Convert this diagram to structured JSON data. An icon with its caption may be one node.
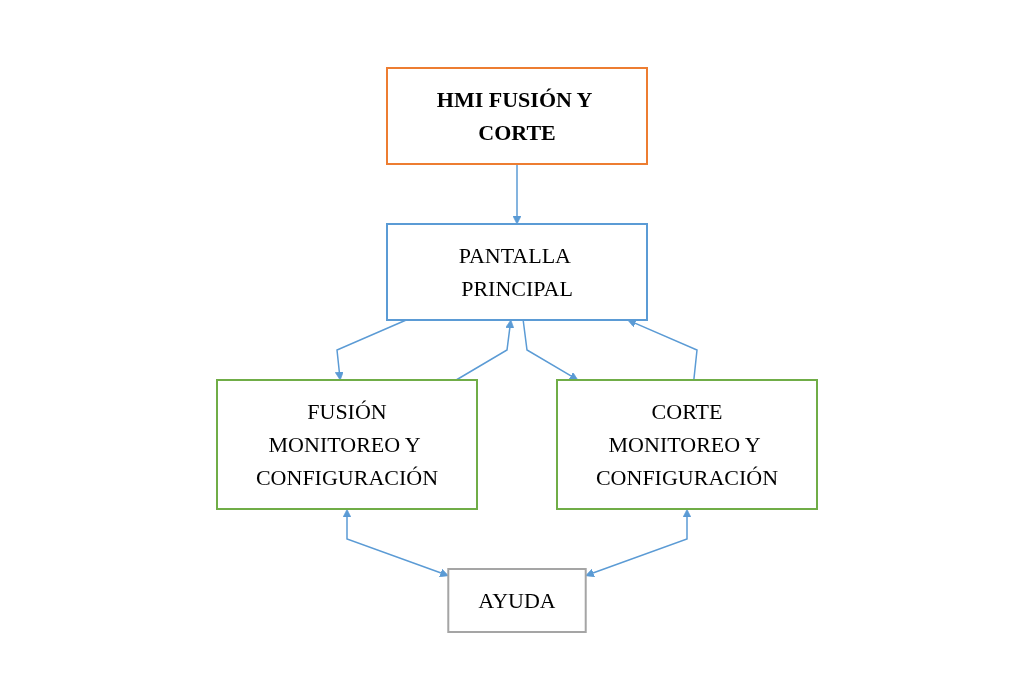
{
  "diagram": {
    "nodes": [
      {
        "text": [
          "HMI FUSIÓN Y CORTE"
        ]
      },
      {
        "text": [
          "PANTALLA PRINCIPAL"
        ]
      },
      {
        "text": [
          "FUSIÓN",
          "MONITOREO Y CONFIGURACIÓN"
        ]
      },
      {
        "text": [
          "CORTE",
          "MONITOREO Y CONFIGURACIÓN"
        ]
      },
      {
        "text": [
          "AYUDA"
        ]
      }
    ],
    "edges": [
      {
        "from": 0,
        "to": 1,
        "arrow": "to"
      },
      {
        "from": 1,
        "to": 2,
        "arrow": "to"
      },
      {
        "from": 1,
        "to": 3,
        "arrow": "to"
      },
      {
        "from": 2,
        "to": 1,
        "arrow": "to"
      },
      {
        "from": 3,
        "to": 1,
        "arrow": "to"
      },
      {
        "from": 2,
        "to": 4,
        "arrow": "both"
      },
      {
        "from": 3,
        "to": 4,
        "arrow": "both"
      }
    ]
  }
}
